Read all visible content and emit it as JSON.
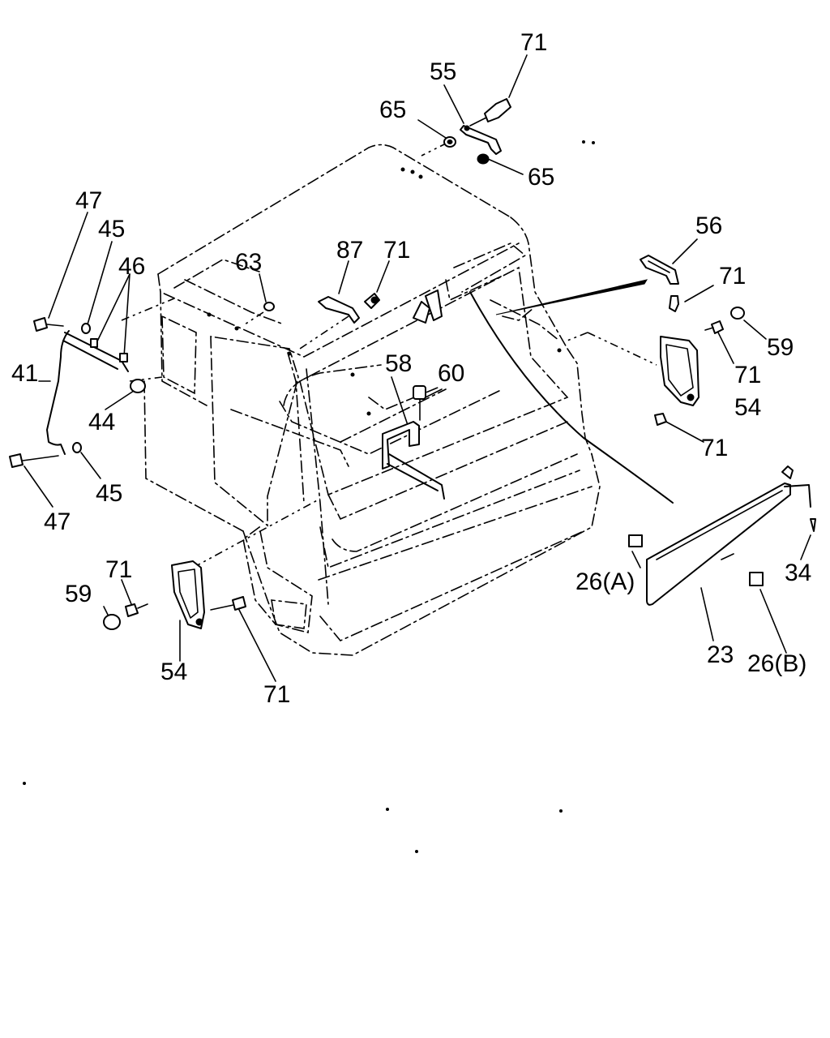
{
  "labels": {
    "l71a": "71",
    "l55": "55",
    "l65a": "65",
    "l65b": "65",
    "l56": "56",
    "l71b": "71",
    "l59a": "59",
    "l71c": "71",
    "l54a": "54",
    "l71d": "71",
    "l87": "87",
    "l71e": "71",
    "l63": "63",
    "l47a": "47",
    "l45a": "45",
    "l46": "46",
    "l41": "41",
    "l44": "44",
    "l45b": "45",
    "l47b": "47",
    "l58": "58",
    "l60": "60",
    "l71f": "71",
    "l59b": "59",
    "l54b": "54",
    "l71g": "71",
    "l26a": "26(A)",
    "l34": "34",
    "l23": "23",
    "l26b": "26(B)"
  }
}
